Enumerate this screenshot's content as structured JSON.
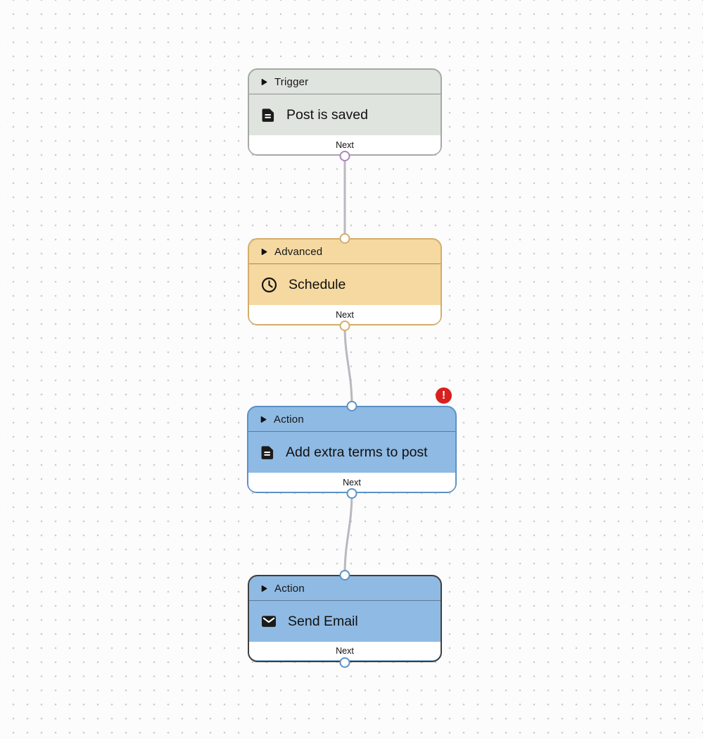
{
  "canvas": {
    "background_color": "#fcfcfc",
    "dot_color": "#cbcbcb",
    "edge_color": "#b9b8bf"
  },
  "nodes": [
    {
      "category": "Trigger",
      "title": "Post is saved",
      "category_icon": "disclosure-triangle-icon",
      "icon": "document-icon",
      "footer_label": "Next",
      "has_input_port": false,
      "has_output_port": true,
      "error": false,
      "selected": false,
      "colors": {
        "background": "#e0e4df",
        "border": "#a5a8a5",
        "port": "#b183bb"
      }
    },
    {
      "category": "Advanced",
      "title": "Schedule",
      "category_icon": "disclosure-triangle-icon",
      "icon": "clock-icon",
      "footer_label": "Next",
      "has_input_port": true,
      "has_output_port": true,
      "error": false,
      "selected": false,
      "colors": {
        "background": "#f6d9a1",
        "border": "#d3ad6b",
        "port": "#d3ad6b"
      }
    },
    {
      "category": "Action",
      "title": "Add extra terms to post",
      "category_icon": "disclosure-triangle-icon",
      "icon": "document-icon",
      "footer_label": "Next",
      "has_input_port": true,
      "has_output_port": true,
      "error": true,
      "error_badge": {
        "symbol": "!",
        "color": "#d8201f"
      },
      "selected": false,
      "colors": {
        "background": "#8fbae3",
        "border": "#5c92c6",
        "port": "#5c92c6"
      }
    },
    {
      "category": "Action",
      "title": "Send Email",
      "category_icon": "disclosure-triangle-icon",
      "icon": "email-icon",
      "footer_label": "Next",
      "has_input_port": true,
      "has_output_port": true,
      "error": false,
      "selected": true,
      "colors": {
        "background": "#8fbae3",
        "border": "#3e3e3e",
        "port": "#5c92c6"
      }
    }
  ]
}
